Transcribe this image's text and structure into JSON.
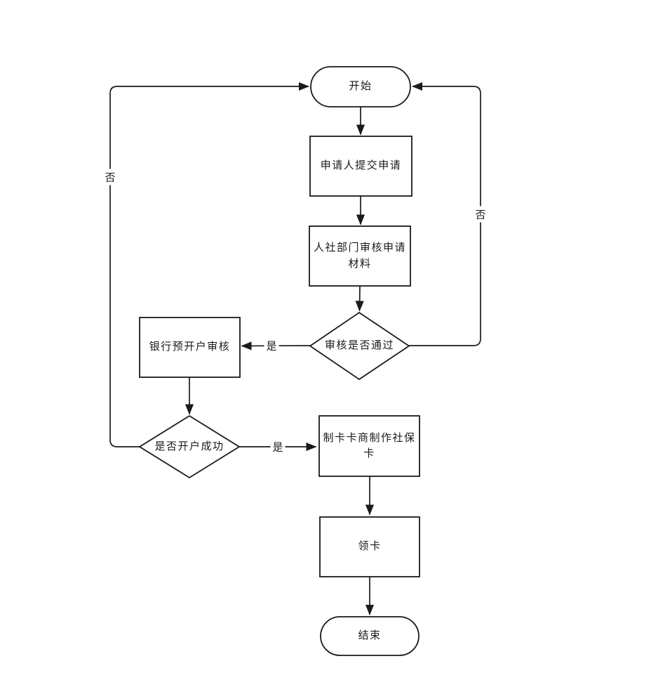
{
  "diagram": {
    "type": "flowchart",
    "colors": {
      "line": "#1a1a1a",
      "background": "#ffffff",
      "text": "#1a1a1a",
      "shape_fill": "#ffffff"
    },
    "nodes": {
      "start": {
        "type": "terminator",
        "label": "开始"
      },
      "submit": {
        "type": "process",
        "label": "申请人提交申请"
      },
      "review": {
        "type": "process",
        "label": "人社部门审核申请材料"
      },
      "review_decision": {
        "type": "decision",
        "label": "审核是否通过"
      },
      "bank_review": {
        "type": "process",
        "label": "银行预开户审核"
      },
      "open_decision": {
        "type": "decision",
        "label": "是否开户成功"
      },
      "make_card": {
        "type": "process",
        "label": "制卡卡商制作社保卡"
      },
      "receive_card": {
        "type": "process",
        "label": "领卡"
      },
      "end": {
        "type": "terminator",
        "label": "结束"
      }
    },
    "edge_labels": {
      "review_yes": "是",
      "review_no": "否",
      "open_yes": "是",
      "open_no": "否"
    },
    "edges": [
      {
        "from": "start",
        "to": "submit"
      },
      {
        "from": "submit",
        "to": "review"
      },
      {
        "from": "review",
        "to": "review_decision"
      },
      {
        "from": "review_decision",
        "to": "bank_review",
        "label": "是"
      },
      {
        "from": "review_decision",
        "to": "start",
        "label": "否"
      },
      {
        "from": "bank_review",
        "to": "open_decision"
      },
      {
        "from": "open_decision",
        "to": "make_card",
        "label": "是"
      },
      {
        "from": "open_decision",
        "to": "start",
        "label": "否"
      },
      {
        "from": "make_card",
        "to": "receive_card"
      },
      {
        "from": "receive_card",
        "to": "end"
      }
    ]
  }
}
